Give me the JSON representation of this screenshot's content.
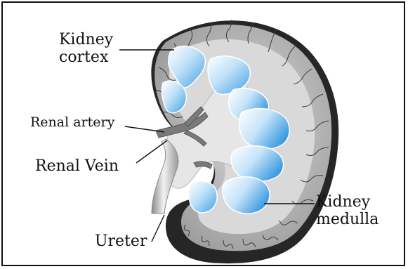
{
  "labels": {
    "kidney_cortex": [
      "Kidney",
      "cortex"
    ],
    "renal_artery": "Renal artery",
    "renal_vein": "Renal Vein",
    "kidney_medulla": [
      "Kidney",
      "medulla"
    ],
    "ureter": "Ureter"
  },
  "colors": {
    "cortex": "#9c9c9c",
    "cortex_dark": "#262626",
    "medulla": "#d6d6d6",
    "calyx_blue": "#4aa6e6",
    "pelvis": "#e4e4e4",
    "vessel": "#7a7a7a",
    "leader_line": "#111111"
  }
}
